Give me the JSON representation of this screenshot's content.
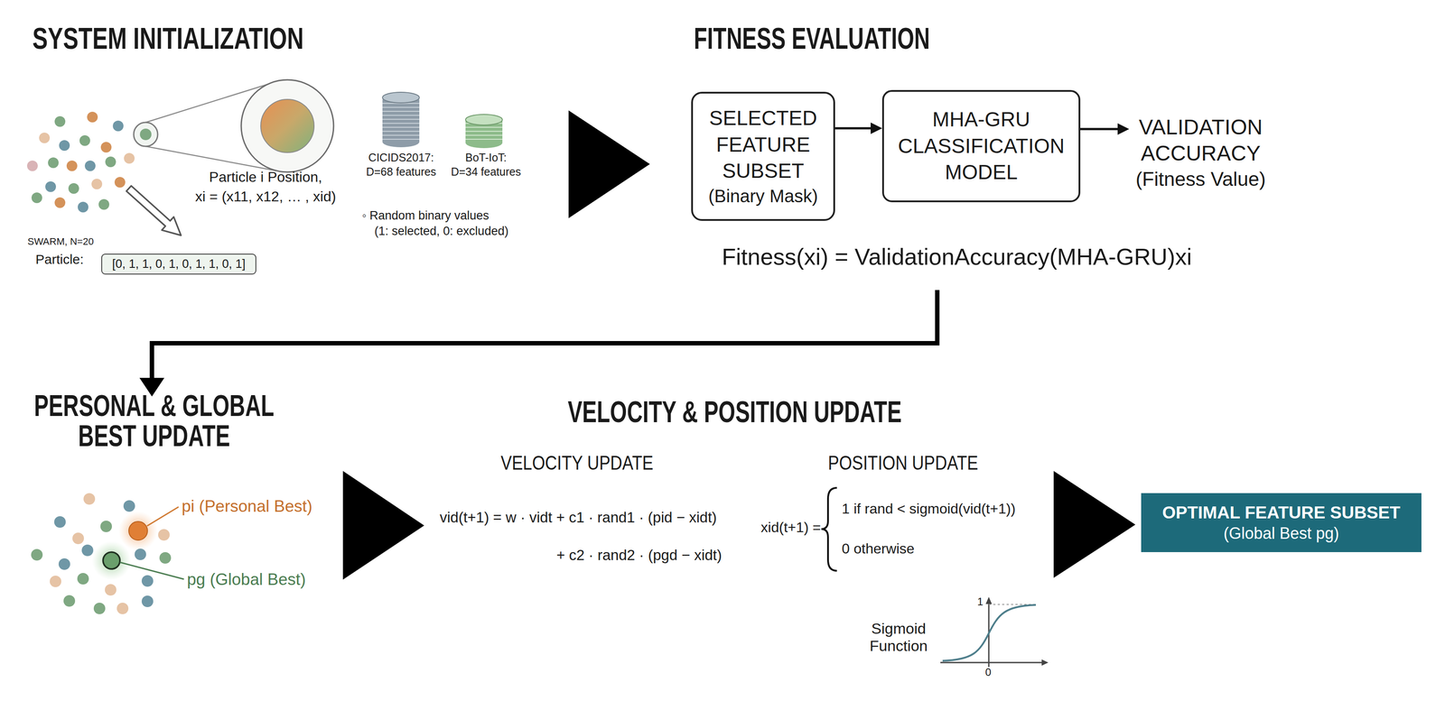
{
  "diagram": {
    "nodes": [
      {
        "text": [
          "[0, 1, 1, 0, 1, 0, 1, 1, 0, 1]"
        ]
      },
      {
        "text": [
          "SELECTED FEATURE SUBSET",
          "(Binary Mask)"
        ]
      },
      {
        "text": [
          "MHA-GRU CLASSIFICATION MODEL"
        ]
      },
      {
        "text": [
          "VALIDATION ACCURACY",
          "(Fitness Value)"
        ]
      },
      {
        "text": [
          "OPTIMAL FEATURE SUBSET",
          "(Global Best pg)"
        ]
      }
    ],
    "edges": [
      {
        "from": 1,
        "to": 2,
        "arrow": "to"
      },
      {
        "from": 2,
        "to": 3,
        "arrow": "to"
      }
    ],
    "labels": [
      "SYSTEM INITIALIZATION",
      "Particle i Position,",
      "xi = (x11, x12, … , xid)",
      "SWARM, N=20",
      "Particle:",
      "CICIDS2017:",
      "D=68 features",
      "BoT-IoT:",
      "D=34 features",
      "◦ Random binary values",
      "(1: selected, 0: excluded)",
      "FITNESS EVALUATION",
      "Fitness(xi) = ValidationAccuracy(MHA-GRU)xi",
      "PERSONAL & GLOBAL BEST UPDATE",
      "pi (Personal Best)",
      "pg (Global Best)",
      "VELOCITY & POSITION UPDATE",
      "VELOCITY UPDATE",
      "vid(t+1) = w · vidt + c1 · rand1 · (pid − xidt)",
      "+ c2 · rand2 · (pgd − xidt)",
      "POSITION UPDATE",
      "xid(t+1) =",
      "1 if rand < sigmoid(vid(t+1))",
      "0 otherwise",
      "Sigmoid Function",
      "1",
      "0"
    ]
  }
}
